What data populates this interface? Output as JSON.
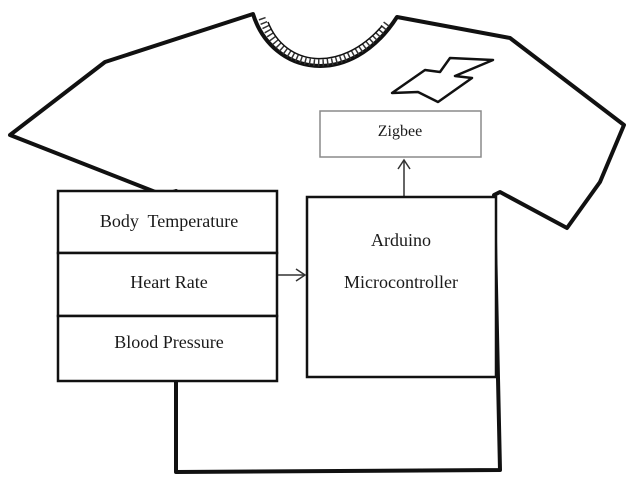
{
  "blocks": {
    "zigbee": "Zigbee",
    "body_temperature": "Body  Temperature",
    "heart_rate": "Heart Rate",
    "blood_pressure": "Blood Pressure",
    "arduino_line1": "Arduino",
    "arduino_line2": "Microcontroller"
  },
  "colors": {
    "outline": "#111111",
    "zigbee_border": "#8a8a8a",
    "background": "#ffffff"
  }
}
